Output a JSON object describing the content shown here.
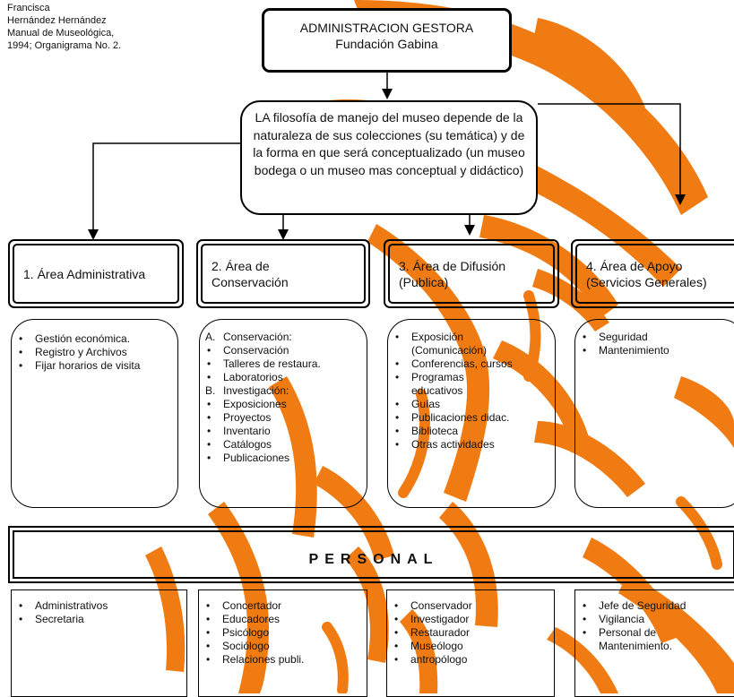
{
  "source_note": [
    "Francisca",
    "Hernández Hernández",
    "Manual de Museológica,",
    "1994; Organigrama No. 2."
  ],
  "top_box": {
    "line1": "ADMINISTRACION GESTORA",
    "line2": "Fundación Gabina"
  },
  "philosophy": "LA filosofía de manejo del museo depende de la naturaleza de sus colecciones (su temática) y de la forma en que será conceptualizado (un museo bodega o un museo mas conceptual y didáctico)",
  "areas": [
    {
      "title": "1. Área Administrativa"
    },
    {
      "title": "2. Área de\nConservación"
    },
    {
      "title": "3. Área de Difusión\n   (Publica)"
    },
    {
      "title": "4. Área de Apoyo\n(Servicios Generales)"
    }
  ],
  "area_details": [
    {
      "items": [
        {
          "marker": "•",
          "text": "Gestión económica."
        },
        {
          "marker": "•",
          "text": "Registro y Archivos"
        },
        {
          "marker": "•",
          "text": "Fijar horarios de visita"
        }
      ]
    },
    {
      "items": [
        {
          "marker": "A.",
          "text": "Conservación:"
        },
        {
          "marker": "•",
          "text": "Conservación"
        },
        {
          "marker": "•",
          "text": "Talleres de restaura."
        },
        {
          "marker": "•",
          "text": "Laboratorios"
        },
        {
          "marker": "B.",
          "text": "Investigación:"
        },
        {
          "marker": "•",
          "text": "Exposiciones"
        },
        {
          "marker": "•",
          "text": "Proyectos"
        },
        {
          "marker": "•",
          "text": "Inventario"
        },
        {
          "marker": "•",
          "text": "Catálogos"
        },
        {
          "marker": "•",
          "text": "Publicaciones"
        }
      ]
    },
    {
      "items": [
        {
          "marker": "•",
          "text": "Exposición\n(Comunicación)"
        },
        {
          "marker": "•",
          "text": "Conferencias, cursos"
        },
        {
          "marker": "•",
          "text": "Programas\neducativos"
        },
        {
          "marker": "•",
          "text": "Guías"
        },
        {
          "marker": "•",
          "text": "Publicaciones didac."
        },
        {
          "marker": "•",
          "text": "Biblioteca"
        },
        {
          "marker": "•",
          "text": "Otras actividades"
        }
      ]
    },
    {
      "items": [
        {
          "marker": "•",
          "text": "Seguridad"
        },
        {
          "marker": "•",
          "text": "Mantenimiento"
        }
      ]
    }
  ],
  "personal_title": "PERSONAL",
  "staff": [
    {
      "items": [
        "Administrativos",
        "Secretaria"
      ]
    },
    {
      "items": [
        "Concertador",
        "Educadores",
        "Psicólogo",
        "Sociólogo",
        "Relaciones publi."
      ]
    },
    {
      "items": [
        "Conservador",
        "Investigador",
        "Restaurador",
        "Museólogo",
        "antropólogo"
      ]
    },
    {
      "items": [
        "Jefe de Seguridad",
        "Vigilancia",
        "Personal de\nMantenimiento."
      ]
    }
  ],
  "colors": {
    "watermark": "#f07b12",
    "line": "#000000"
  }
}
